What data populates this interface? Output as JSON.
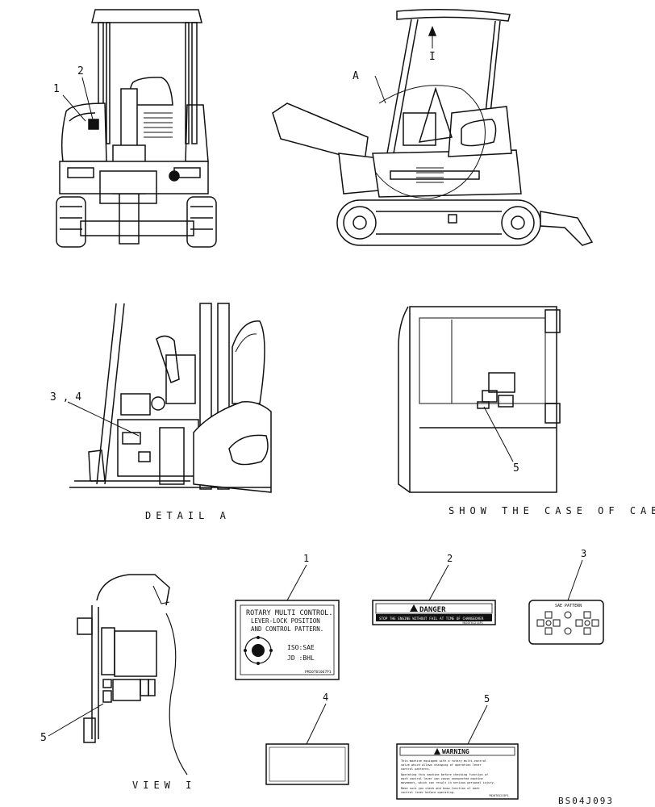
{
  "callouts": {
    "n1": "1",
    "n2": "2",
    "nA": "A",
    "nI": "I",
    "n34": "3 , 4",
    "n5a": "5",
    "p1": "1",
    "p2": "2",
    "p3": "3",
    "p4": "4",
    "p5a": "5",
    "p5b": "5"
  },
  "captions": {
    "detail_a": "DETAIL A",
    "case_of_cab": "SHOW THE CASE OF CAB",
    "view_i": "VIEW I"
  },
  "decal1": {
    "title": "ROTARY MULTI CONTROL.",
    "line1": "LEVER-LOCK POSITION",
    "line2": "AND CONTROL PATTERN.",
    "iso": "ISO:SAE",
    "jd": "JD :BHL",
    "code": "PM20T01067P1"
  },
  "decal2": {
    "title": "DANGER",
    "text": "STOP THE ENGINE WITHOUT FAIL AT TIME OF CHANGEOVER",
    "code": "YN20T01214P1"
  },
  "decal3": {
    "title": "SAE PATTERN"
  },
  "decal5": {
    "title": "WARNING",
    "l1": "This machine equipped with a rotary multi-control",
    "l2": "valve which allows changing of operation lever",
    "l3": "control patterns.",
    "l4": "Operating this machine before checking function of",
    "l5": "each control lever can cause unexpected machine",
    "l6": "movement, which can result in serious personal injury.",
    "l7": "Make sure you check and know function of each",
    "l8": "control lever before operating.",
    "code": "YN20T01215P1"
  },
  "drawing_id": "BS04J093"
}
